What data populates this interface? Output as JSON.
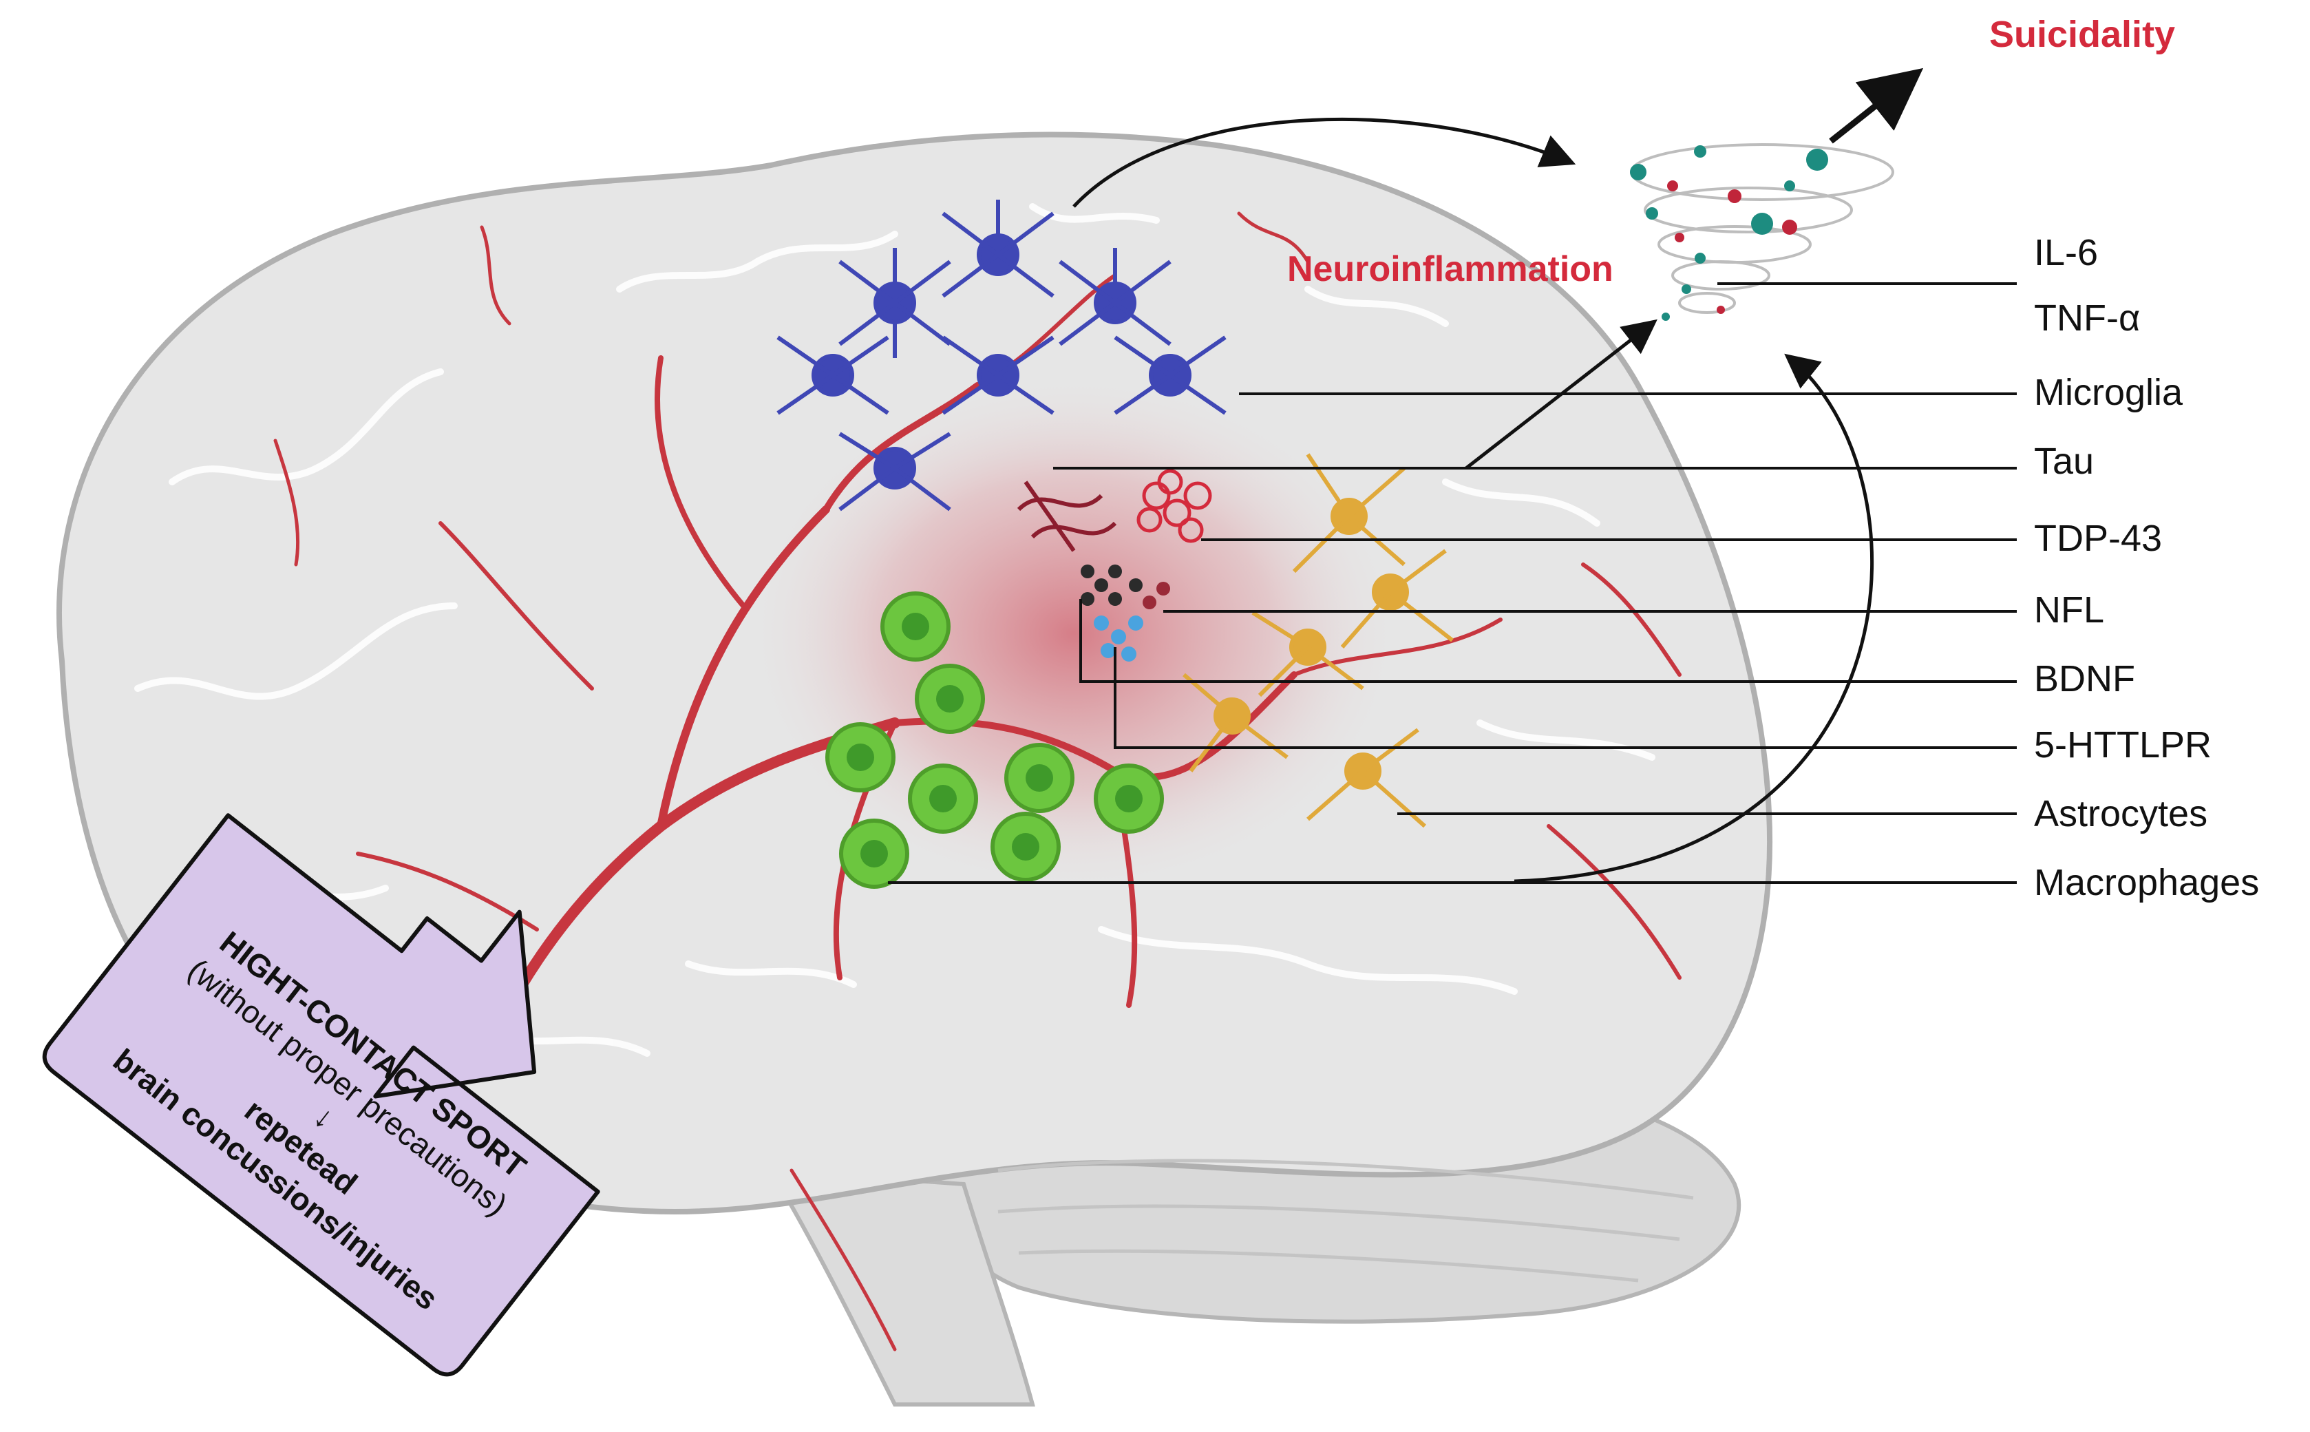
{
  "title": "Suicidality",
  "process": "Neuroinflammation",
  "markers": [
    "IL-6",
    "TNF-α",
    "Microglia",
    "Tau",
    "TDP-43",
    "NFL",
    "BDNF",
    "5-HTTLPR",
    "Astrocytes",
    "Macrophages"
  ],
  "callout": {
    "line1": "HIGHT-CONTACT SPORT",
    "line2": "(without proper precautions)",
    "arrow": "↓",
    "line3": "repetead",
    "line4": "brain concussions/injuries"
  },
  "colors": {
    "accent_red": "#d42a3c",
    "microglia": "#3f47b5",
    "astrocytes": "#e0a93a",
    "macrophages": "#6cc63f",
    "callout_fill": "#d7c6ea",
    "vessels": "#c7363f"
  }
}
